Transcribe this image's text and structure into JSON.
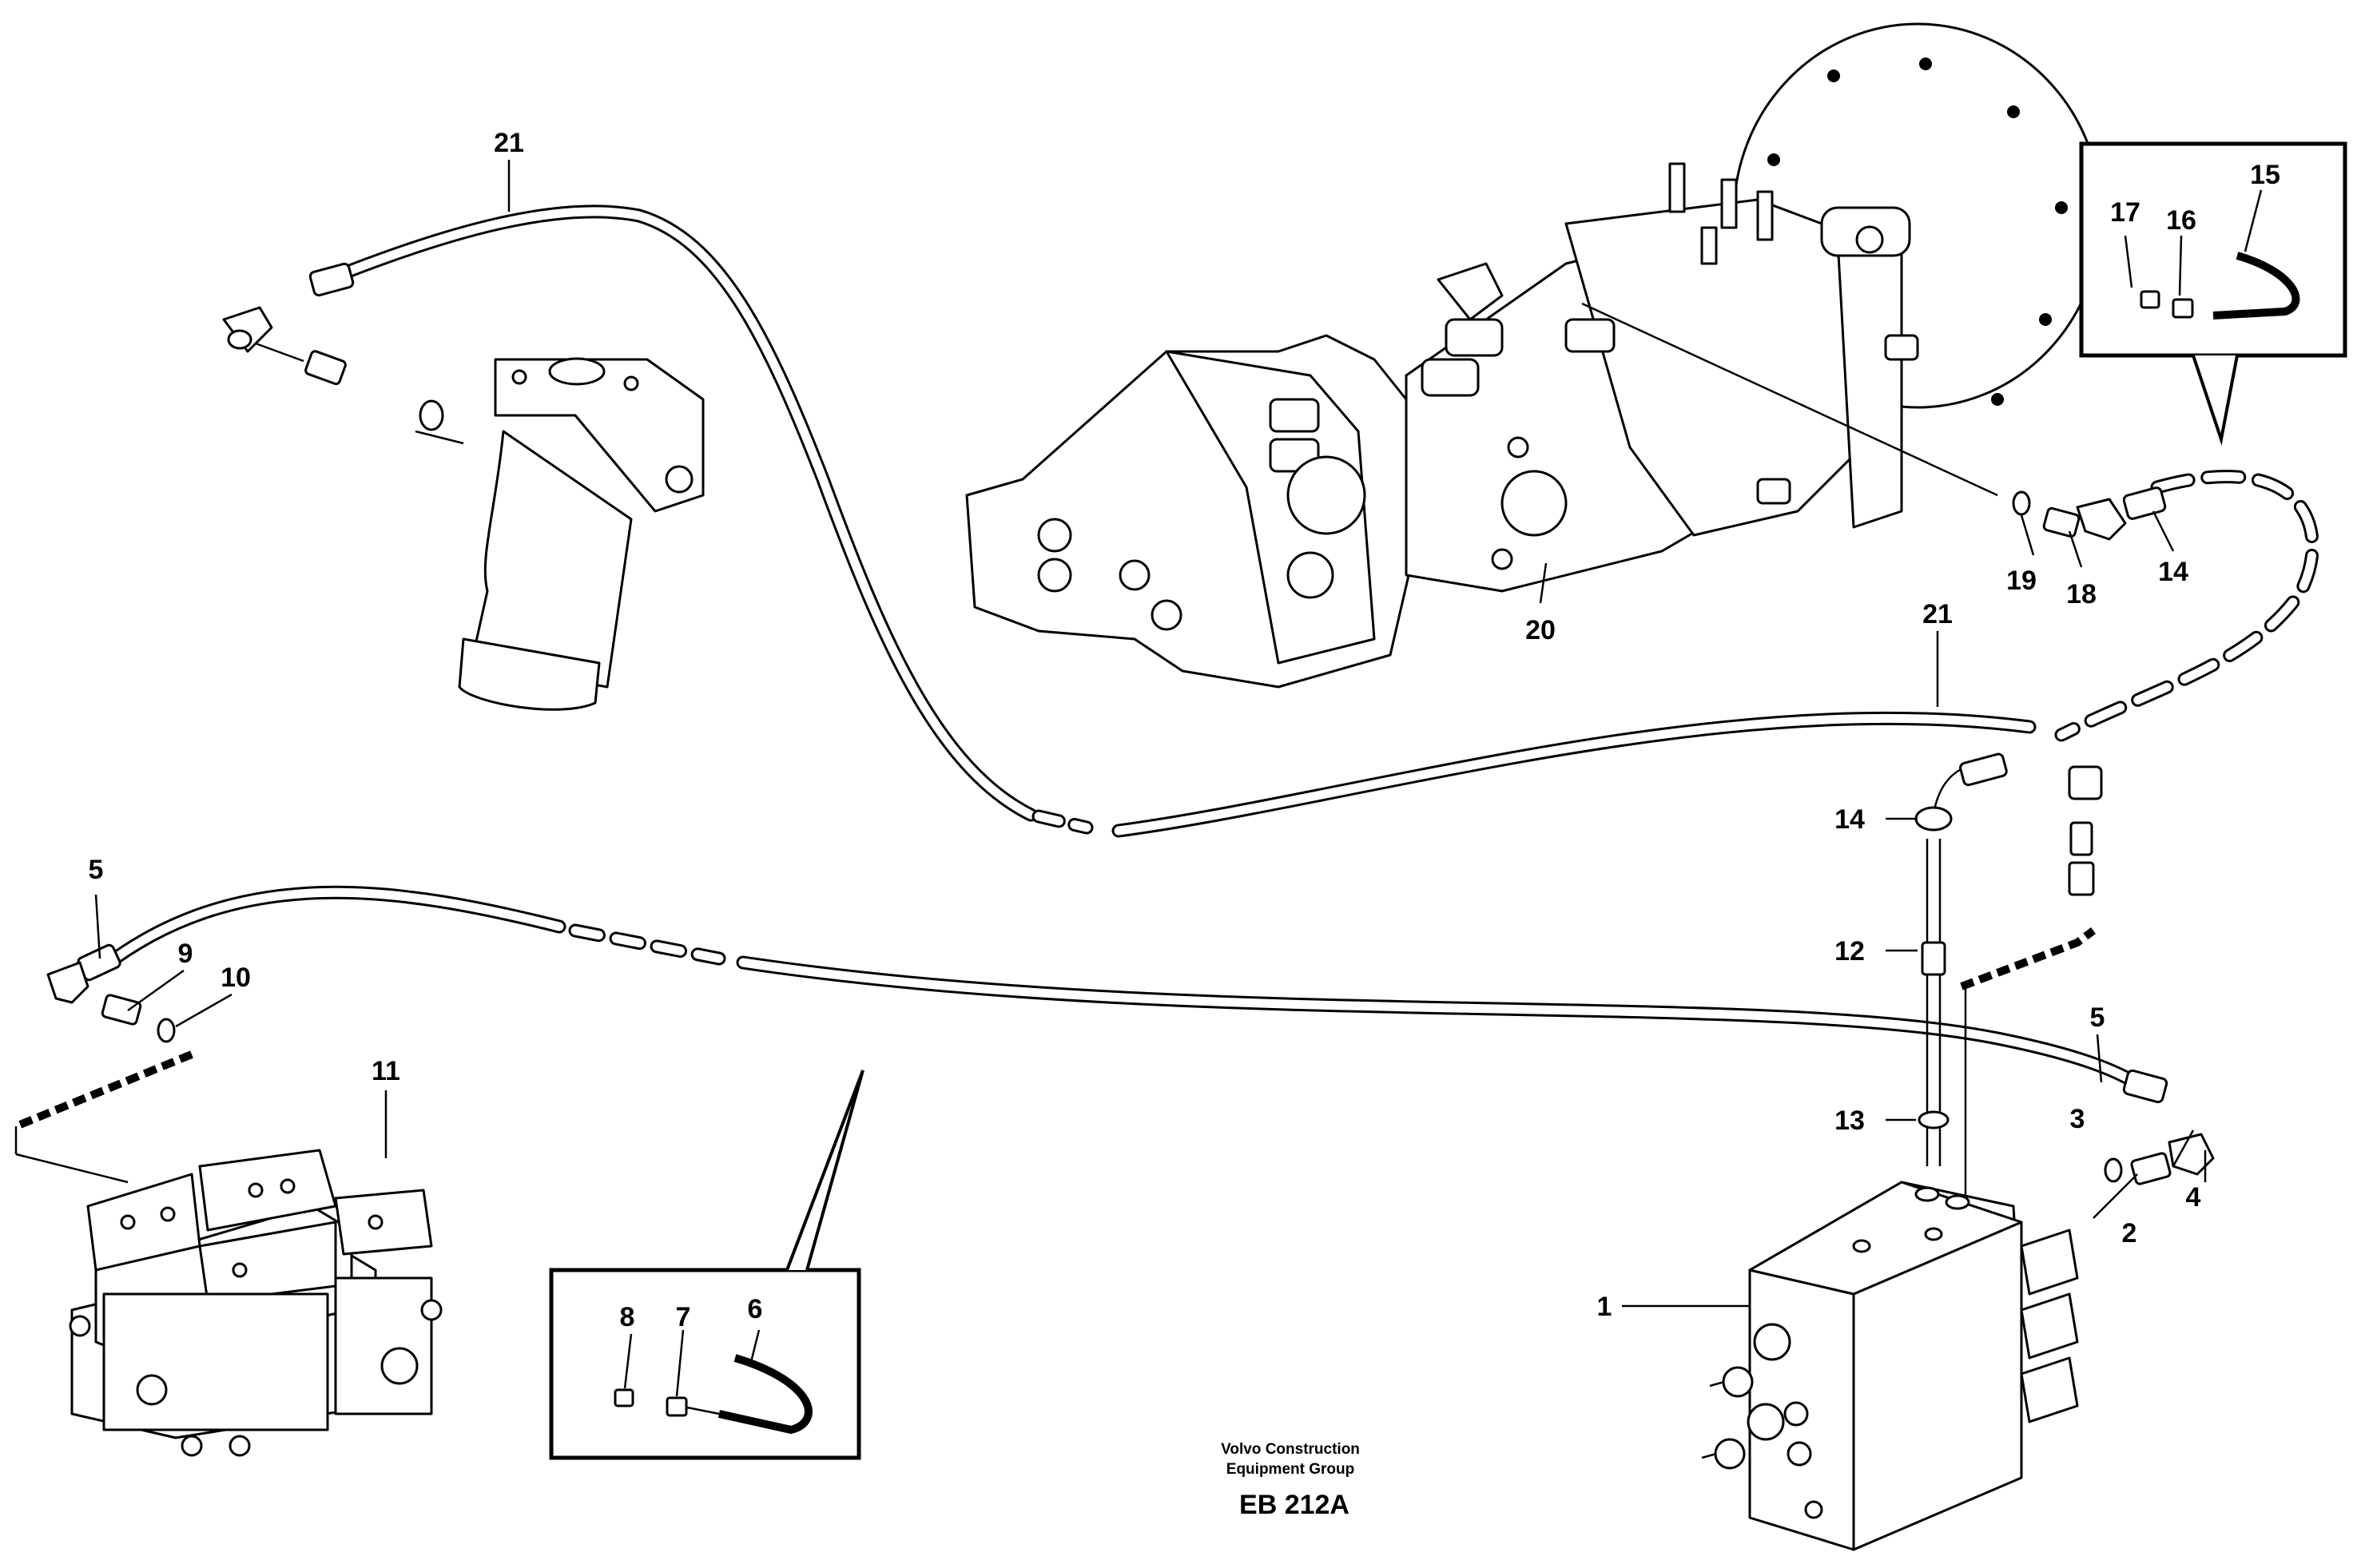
{
  "caption": {
    "line1": "Volvo Construction",
    "line2": "Equipment Group",
    "code": "EB 212A"
  },
  "callouts": {
    "c1": "1",
    "c2": "2",
    "c3": "3",
    "c4": "4",
    "c5a": "5",
    "c5b": "5",
    "c6": "6",
    "c7": "7",
    "c8": "8",
    "c9": "9",
    "c10": "10",
    "c11": "11",
    "c12": "12",
    "c13": "13",
    "c14a": "14",
    "c14b": "14",
    "c15": "15",
    "c16": "16",
    "c17": "17",
    "c18": "18",
    "c19": "19",
    "c20": "20",
    "c21a": "21",
    "c21b": "21"
  }
}
